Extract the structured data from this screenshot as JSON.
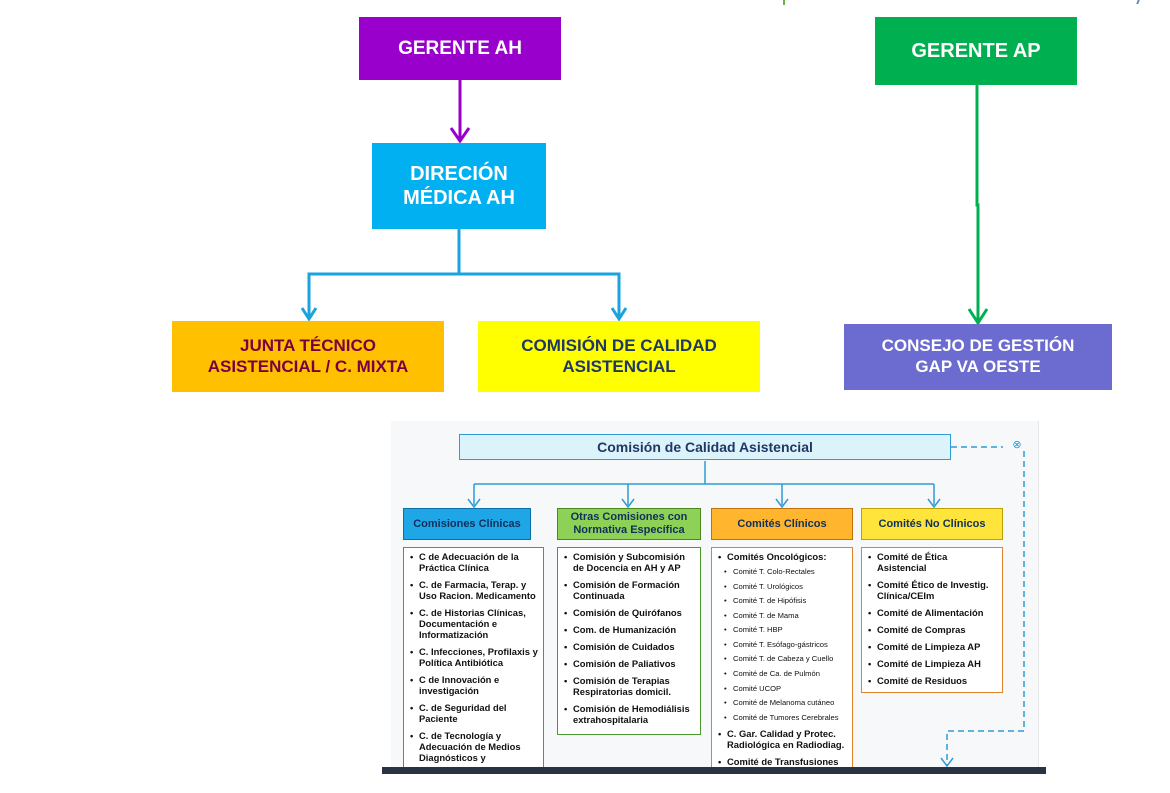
{
  "nodes": {
    "gerente_ah": "GERENTE AH",
    "gerente_ap": "GERENTE AP",
    "direccion_medica": [
      "DIRECIÓN",
      "MÉDICA AH"
    ],
    "junta_tecnico": [
      "JUNTA TÉCNICO",
      "ASISTENCIAL / C. MIXTA"
    ],
    "comision_calidad": [
      "COMISIÓN DE CALIDAD",
      "ASISTENCIAL"
    ],
    "consejo_gestion": [
      "CONSEJO DE GESTIÓN",
      "GAP VA OESTE"
    ]
  },
  "colors": {
    "gerente_ah": "#9900cc",
    "gerente_ap": "#00b050",
    "direccion": "#00b0f0",
    "junta": "#ffc000",
    "comision": "#ffff00",
    "consejo": "#6b6bd0"
  },
  "inset": {
    "title": "Comisión de Calidad Asistencial",
    "columns": [
      {
        "header": "Comisiones Clínicas",
        "items": [
          "C de Adecuación de la Práctica Clínica",
          "C. de Farmacia, Terap. y Uso Racion. Medicamento",
          "C. de Historias Clínicas, Documentación e Informatización",
          "C. Infecciones, Profilaxis y Política Antibiótica",
          "C de Innovación e investigación",
          "C. de Seguridad del Paciente",
          "C. de Tecnología y Adecuación de Medios Diagnósticos y"
        ]
      },
      {
        "header": "Otras Comisiones con Normativa Específica",
        "items": [
          "Comisión y Subcomisión de Docencia en AH y AP",
          "Comisión de Formación Continuada",
          "Comisión de Quirófanos",
          "Com. de Humanización",
          "Comisión de Cuidados",
          "Comisión de Paliativos",
          "Comisión de Terapias Respiratorias domicil.",
          "Comisión de Hemodiálisis extrahospitalaria"
        ]
      },
      {
        "header": "Comités Clínicos",
        "main_item": "Comités Oncológicos:",
        "sub_items": [
          "Comité T. Colo-Rectales",
          "Comité T. Urológicos",
          "Comité T. de Hipófisis",
          "Comité T. de Mama",
          "Comité T. HBP",
          "Comité T. Esófago-gástricos",
          "Comité T. de Cabeza y Cuello",
          "Comité de Ca. de Pulmón",
          "Comité UCOP",
          "Comité de Melanoma cutáneo",
          "Comité de Tumores Cerebrales"
        ],
        "items": [
          "C. Gar. Calidad y Protec. Radiológica en Radiodiag.",
          "Comité de Transfusiones"
        ]
      },
      {
        "header": "Comités No Clínicos",
        "items": [
          "Comité de Ética Asistencial",
          "Comité Ético de Investig. Clínica/CEIm",
          "Comité de Alimentación",
          "Comité de Compras",
          "Comité de Limpieza AP",
          "Comité de Limpieza AH",
          "Comité de Residuos"
        ]
      }
    ]
  }
}
